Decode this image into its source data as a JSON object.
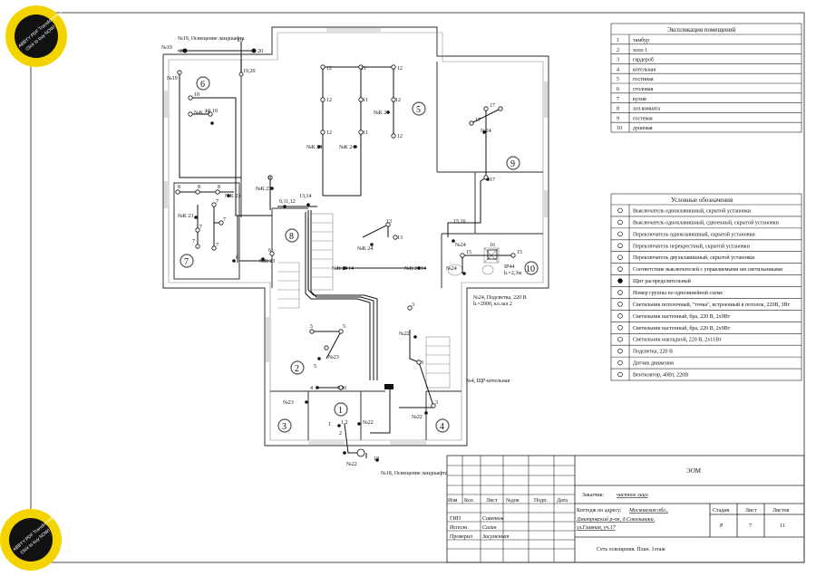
{
  "rooms_table": {
    "title": "Экспликация помещений",
    "rows": [
      {
        "n": "1",
        "name": "тамбур"
      },
      {
        "n": "2",
        "name": "холл 1"
      },
      {
        "n": "3",
        "name": "гардероб"
      },
      {
        "n": "4",
        "name": "котельная"
      },
      {
        "n": "5",
        "name": "гостиная"
      },
      {
        "n": "6",
        "name": "столовая"
      },
      {
        "n": "7",
        "name": "кухня"
      },
      {
        "n": "8",
        "name": "хоз.комната"
      },
      {
        "n": "9",
        "name": "гостевая"
      },
      {
        "n": "10",
        "name": "душевая"
      }
    ]
  },
  "legend": {
    "title": "Условные обозначения",
    "items": [
      "Выключатель одноклавишный, скрытой установки",
      "Выключатель одноклавишный, сдвоенный, скрытой установки",
      "Переключатель одноклавишный, скрытой установки",
      "Переключатель перекрестный, скрытой установки",
      "Переключатель двухклавишный, скрытой установки",
      "Соответствие выключателей с управляемыми им светильниками",
      "Щит распределительный",
      "Номер группы по однолинейной схеме",
      "Светильник потолочный, \"точка\", встроенный в потолок, 220В, 3Вт",
      "Светильник настенный, бра, 220 В, 2х9Вт",
      "Светильник настенный, бра, 220 В, 2х9Вт",
      "Светильник накладной, 220 В, 2х11Вт",
      "Подсветка, 220 В",
      "Датчик движения",
      "Вентилятор, 40Вт, 220В"
    ]
  },
  "plan": {
    "room_numbers": [
      "1",
      "2",
      "3",
      "4",
      "5",
      "6",
      "7",
      "8",
      "9",
      "10"
    ],
    "callouts": {
      "landscape_top": "№19, Освещение ландшафта",
      "landscape_bottom": "№18, Освещение ландшафта",
      "boiler_panel": "№4, ЩР-котельная",
      "backlight": "№24, Подсветка, 220 В",
      "backlight_h": "h.=2000, кл.зал 2",
      "ip44": "IP44",
      "ip44_h": "h.=2,3м"
    },
    "labels": {
      "n19a": "№19",
      "n19b": "№19",
      "n20a": "20",
      "n20b": "20",
      "n1920": "19,20",
      "k23a": "№К 23",
      "k23b": "№К 23",
      "k23c": "№К 23",
      "k23d": "№К 23",
      "k23e": "№К 23",
      "k24a": "№К 24",
      "k24b": "№К 24",
      "k24c": "№К 24",
      "k24d": "№К 24",
      "k24e": "№К 24",
      "k24f": "№К 24",
      "k24g": "№К 24",
      "n24a": "№24",
      "n24b": "№24",
      "n24c": "№24",
      "n22a": "№22",
      "n22b": "№22",
      "n22c": "№22",
      "n22d": "№22",
      "n23": "№23",
      "n23b": "№23",
      "g10": "10",
      "g8": "8",
      "g7": "7",
      "g6": "6",
      "g12": "12",
      "g11": "11",
      "g13": "13",
      "g14": "14",
      "g17": "17",
      "g15": "15",
      "g16": "16",
      "g5": "5",
      "g3": "3",
      "g2": "2",
      "g4": "4",
      "g1": "1",
      "g9": "9,11,12",
      "g1314": "13,14",
      "g1516": "15,16",
      "g521": "5,21",
      "g12b": "1,2",
      "g18": "18"
    }
  },
  "stamp": {
    "code": "ЭОМ",
    "customer_label": "Заказчик:",
    "customer": "частное лицо",
    "address_label": "Коттедж по адресу:",
    "address1": "Московская обл.,",
    "address2": "Дмитровский р-он, д.Сокольники,",
    "address3": "ул.Главная, уч.17",
    "headers": [
      "Изм",
      "Кол.",
      "Лист",
      "№док",
      "Подп.",
      "Дата"
    ],
    "stage_h": "Стадия",
    "sheet_h": "Лист",
    "sheets_h": "Листов",
    "stage": "Р",
    "sheet": "7",
    "sheets": "11",
    "roles": [
      {
        "role": "ГИП",
        "name": "Савенков"
      },
      {
        "role": "Исполн.",
        "name": "Салин"
      },
      {
        "role": "Проверил",
        "name": "Засуменная"
      }
    ],
    "drawing_title": "Сеть освещения. План. 1этаж"
  },
  "watermark": {
    "text_top": "ABBYY PDF Transformer 2.0",
    "text_bottom": "Click to buy NOW!",
    "colors": {
      "ring": "#f4d400",
      "inner": "#111111"
    }
  }
}
